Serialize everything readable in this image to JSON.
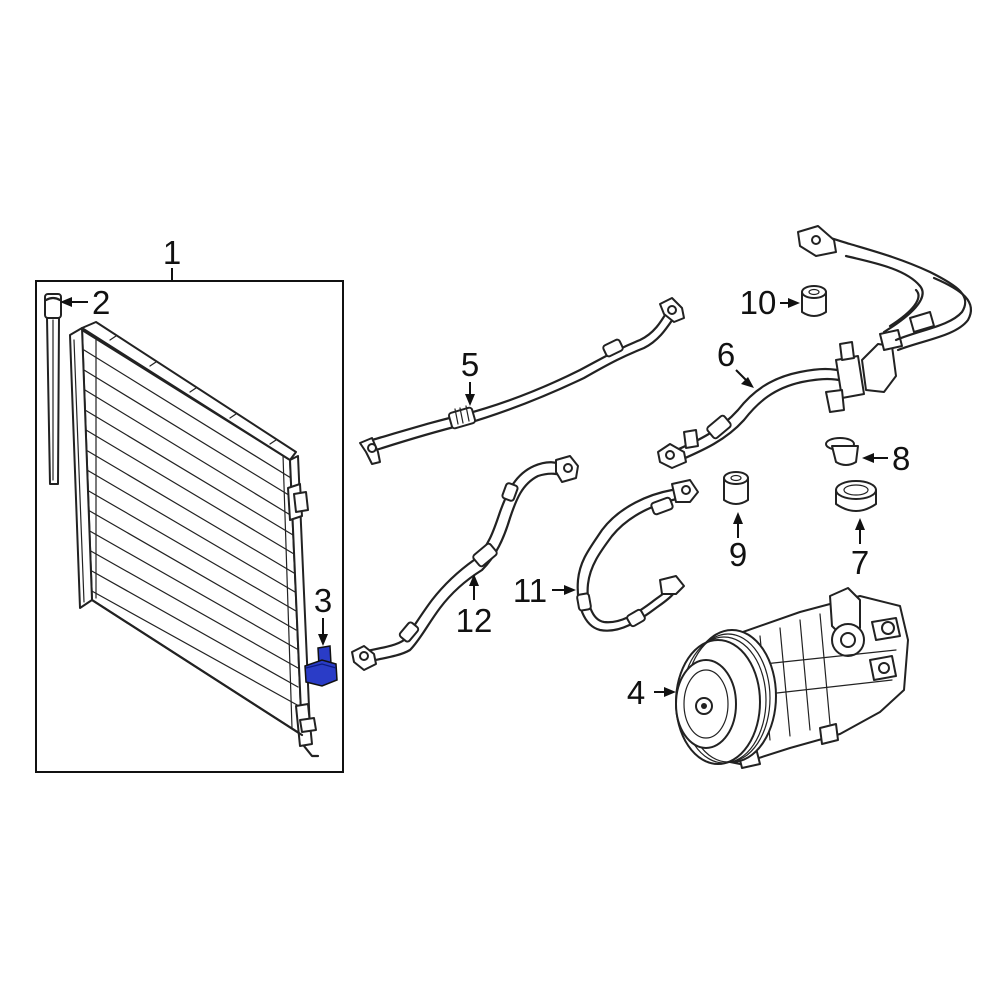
{
  "callouts": {
    "c1": "1",
    "c2": "2",
    "c3": "3",
    "c4": "4",
    "c5": "5",
    "c6": "6",
    "c7": "7",
    "c8": "8",
    "c9": "9",
    "c10": "10",
    "c11": "11",
    "c12": "12"
  },
  "colors": {
    "line": "#222222",
    "highlight_part": "#2a3cc7",
    "background": "#ffffff"
  }
}
